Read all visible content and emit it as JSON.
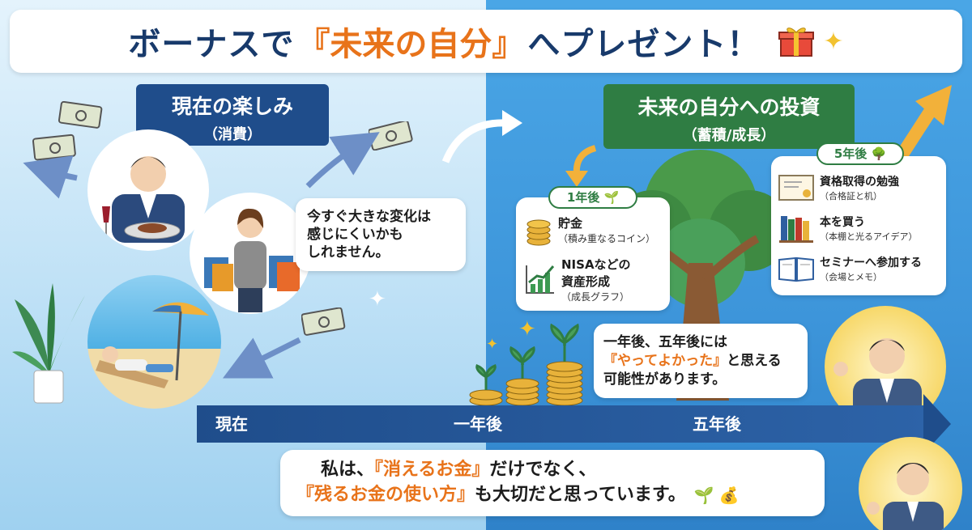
{
  "title": {
    "prefix": "ボーナスで",
    "highlight": "『未来の自分』",
    "suffix": "へプレゼント！"
  },
  "left": {
    "heading": "現在の楽しみ",
    "subheading": "（消費）",
    "note": [
      "今すぐ大きな変化は",
      "感じにくいかも",
      "しれません。"
    ]
  },
  "right": {
    "heading": "未来の自分への投資",
    "subheading": "（蓄積/成長）",
    "one_year": {
      "badge": "1年後",
      "items": [
        {
          "title": "貯金",
          "sub": "（積み重なるコイン）"
        },
        {
          "title": "NISAなどの",
          "title2": "資産形成",
          "sub": "（成長グラフ）"
        }
      ]
    },
    "five_year": {
      "badge": "5年後",
      "items": [
        {
          "title": "資格取得の勉強",
          "sub": "（合格証と机）"
        },
        {
          "title": "本を買う",
          "sub": "（本棚と光るアイデア）"
        },
        {
          "title": "セミナーへ参加する",
          "sub": "（会場とメモ）"
        }
      ]
    },
    "note": {
      "line1": "一年後、五年後には",
      "highlight": "『やってよかった』",
      "line2_suffix": "と思える",
      "line3": "可能性があります。"
    }
  },
  "timeline": {
    "now": "現在",
    "one": "一年後",
    "five": "五年後"
  },
  "footer": {
    "line1_prefix": "私は、",
    "line1_highlight": "『消えるお金』",
    "line1_suffix": "だけでなく、",
    "line2_highlight": "『残るお金の使い方』",
    "line2_suffix": "も大切だと思っています。"
  },
  "colors": {
    "navy": "#1f4d8b",
    "green": "#2f7d43",
    "orange": "#e8731a",
    "gold": "#e8b23a"
  }
}
